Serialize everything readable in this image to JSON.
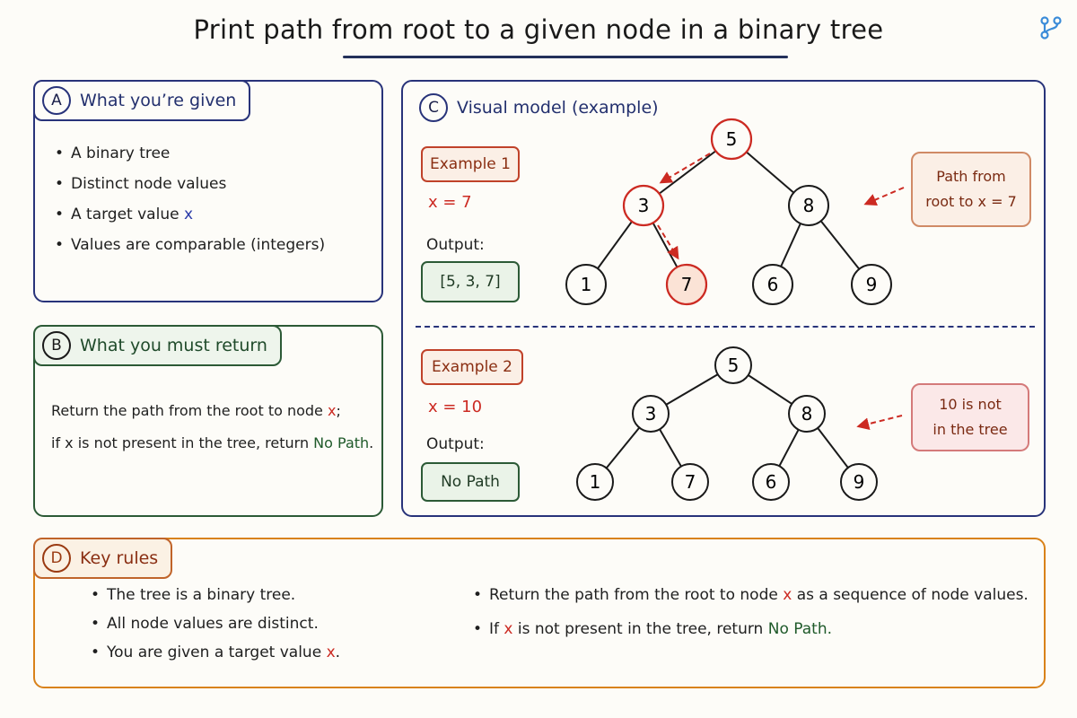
{
  "title": "Print path from root to a given node in a binary tree",
  "panel_a": {
    "badge": "A",
    "title": "What you’re given",
    "items": [
      {
        "text": "A binary tree",
        "highlight": ""
      },
      {
        "text": "Distinct node values",
        "highlight": ""
      },
      {
        "text": "A target value ",
        "highlight": "x"
      },
      {
        "text": "Values are comparable (integers)",
        "highlight": ""
      }
    ]
  },
  "panel_b": {
    "badge": "B",
    "title": "What you must return",
    "line1_pre": "Return the path from the root to node ",
    "line1_x": "x",
    "line1_post": ";",
    "line2_pre": "if x is not present in the tree, return ",
    "line2_nopath": "No Path",
    "line2_post": "."
  },
  "panel_c": {
    "badge": "C",
    "title": "Visual model (example)",
    "example1": {
      "label": "Example 1",
      "x_line": "x = 7",
      "output_label": "Output:",
      "output": "[5, 3, 7]",
      "callout_line1": "Path from",
      "callout_line2": "root to x = 7",
      "nodes": {
        "root": "5",
        "l": "3",
        "r": "8",
        "ll": "1",
        "lr": "7",
        "rl": "6",
        "rr": "9"
      }
    },
    "example2": {
      "label": "Example 2",
      "x_line": "x = 10",
      "output_label": "Output:",
      "output": "No Path",
      "callout_line1": "10 is not",
      "callout_line2": "in the tree",
      "nodes": {
        "root": "5",
        "l": "3",
        "r": "8",
        "ll": "1",
        "lr": "7",
        "rl": "6",
        "rr": "9"
      }
    }
  },
  "panel_d": {
    "badge": "D",
    "title": "Key rules",
    "left_items": [
      {
        "pre": "The tree is a binary tree.",
        "x": "",
        "post": ""
      },
      {
        "pre": "All node values are distinct.",
        "x": "",
        "post": ""
      },
      {
        "pre": "You are given a target value ",
        "x": "x",
        "post": "."
      }
    ],
    "right_items": [
      {
        "pre": "Return the path from the root to node ",
        "x": "x",
        "post": " as a sequence of node values.",
        "nopath": ""
      },
      {
        "pre": "If ",
        "x": "x",
        "post": " is not present in the tree, return ",
        "nopath": "No Path."
      }
    ]
  },
  "colors": {
    "navy": "#28337a",
    "green": "#2c5a36",
    "orange": "#d9821a",
    "red": "#cc2a22",
    "highlight_fill": "#fbe3d6"
  },
  "icons": [
    "git-branch-icon"
  ]
}
